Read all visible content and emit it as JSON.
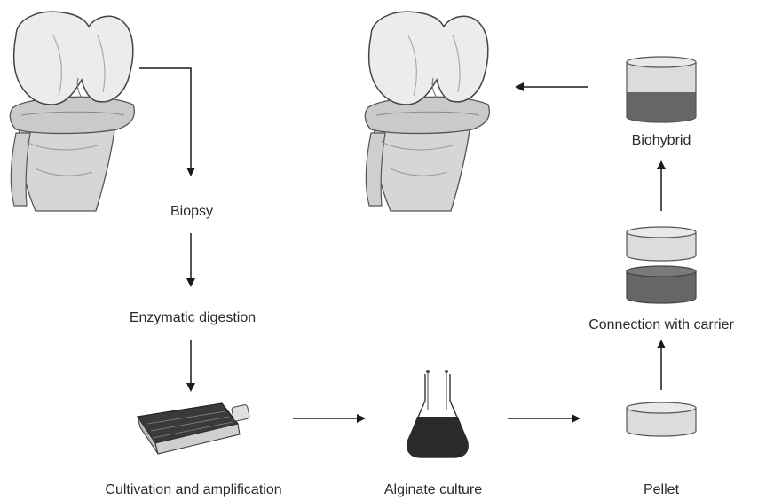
{
  "steps": {
    "biopsy": "Biopsy",
    "digestion": "Enzymatic digestion",
    "cultivation": "Cultivation and amplification",
    "alginate": "Alginate culture",
    "pellet": "Pellet",
    "connection": "Connection with carrier",
    "biohybrid": "Biohybrid"
  },
  "colors": {
    "arrow": "#1a1a1a",
    "disk_light": "#dcdcdc",
    "disk_dark": "#666666",
    "bone": "#e4e4e4",
    "flask_liquid": "#2a2a2a"
  },
  "icons": [
    "knee-joint-icon",
    "culture-flask-icon",
    "erlenmeyer-flask-icon",
    "pellet-disk-icon",
    "carrier-disk-icon",
    "biohybrid-cylinder-icon"
  ]
}
